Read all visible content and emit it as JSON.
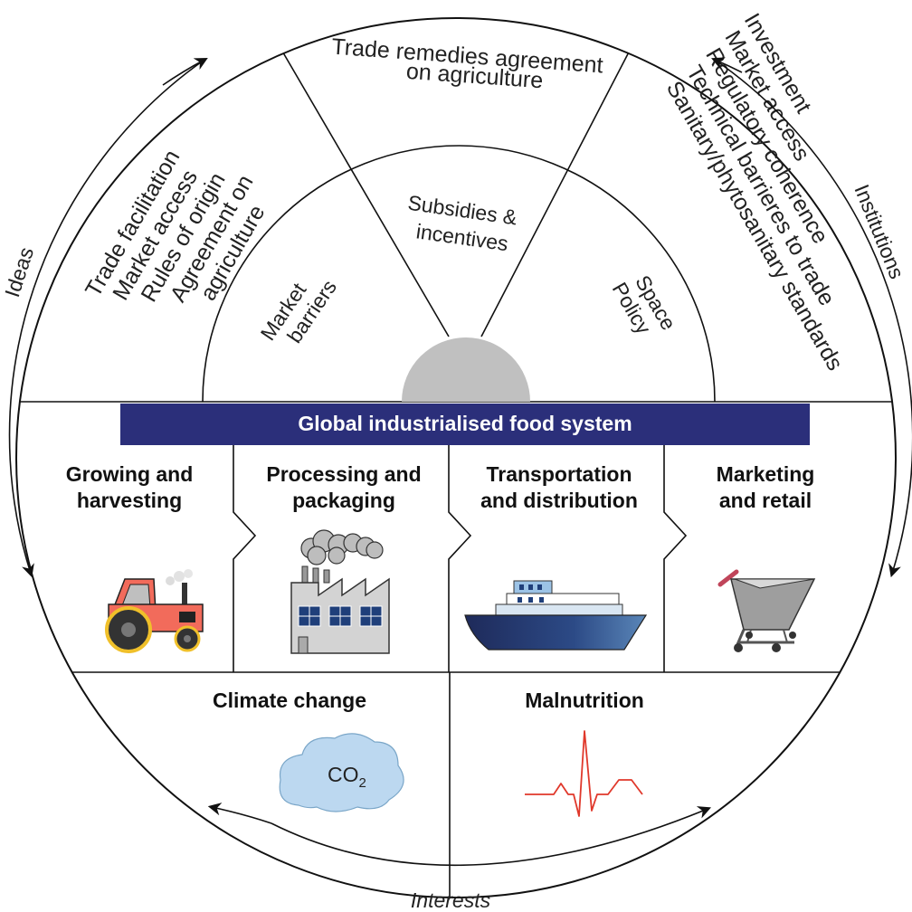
{
  "outer_labels": {
    "ideas": "Ideas",
    "institutions": "Institutions",
    "interests": "Interests"
  },
  "top_center": {
    "line1": "Trade remedies agreement",
    "line2": "on agriculture"
  },
  "top_left_list": [
    "Trade facilitation",
    "Market access",
    "Rules of origin",
    "Agreement on",
    "agriculture"
  ],
  "top_right_list": [
    "Sanitary/phytosanitary standards",
    "Technical barrieres to trade",
    "Regulatory coherence",
    "Market access",
    "Investment"
  ],
  "inner": {
    "market_barriers": [
      "Market",
      "barriers"
    ],
    "subsidies": [
      "Subsidies &",
      "incentives"
    ],
    "policy_space": [
      "Policy",
      "Space"
    ]
  },
  "banner": "Global industrialised food system",
  "stages": [
    {
      "line1": "Growing and",
      "line2": "harvesting",
      "icon": "tractor-icon"
    },
    {
      "line1": "Processing and",
      "line2": "packaging",
      "icon": "factory-icon"
    },
    {
      "line1": "Transportation",
      "line2": "and distribution",
      "icon": "ship-icon"
    },
    {
      "line1": "Marketing",
      "line2": "and retail",
      "icon": "shopping-cart-icon"
    }
  ],
  "impacts": {
    "climate": "Climate change",
    "co2": "CO",
    "co2_sub": "2",
    "malnutrition": "Malnutrition"
  },
  "colors": {
    "banner": "#2b2f7a",
    "semicircle": "#c0c0c0",
    "tractor": "#f26b5b",
    "cloud": "#bcd8f0",
    "heartbeat": "#e0382b",
    "ship_hull": "#24386e"
  }
}
